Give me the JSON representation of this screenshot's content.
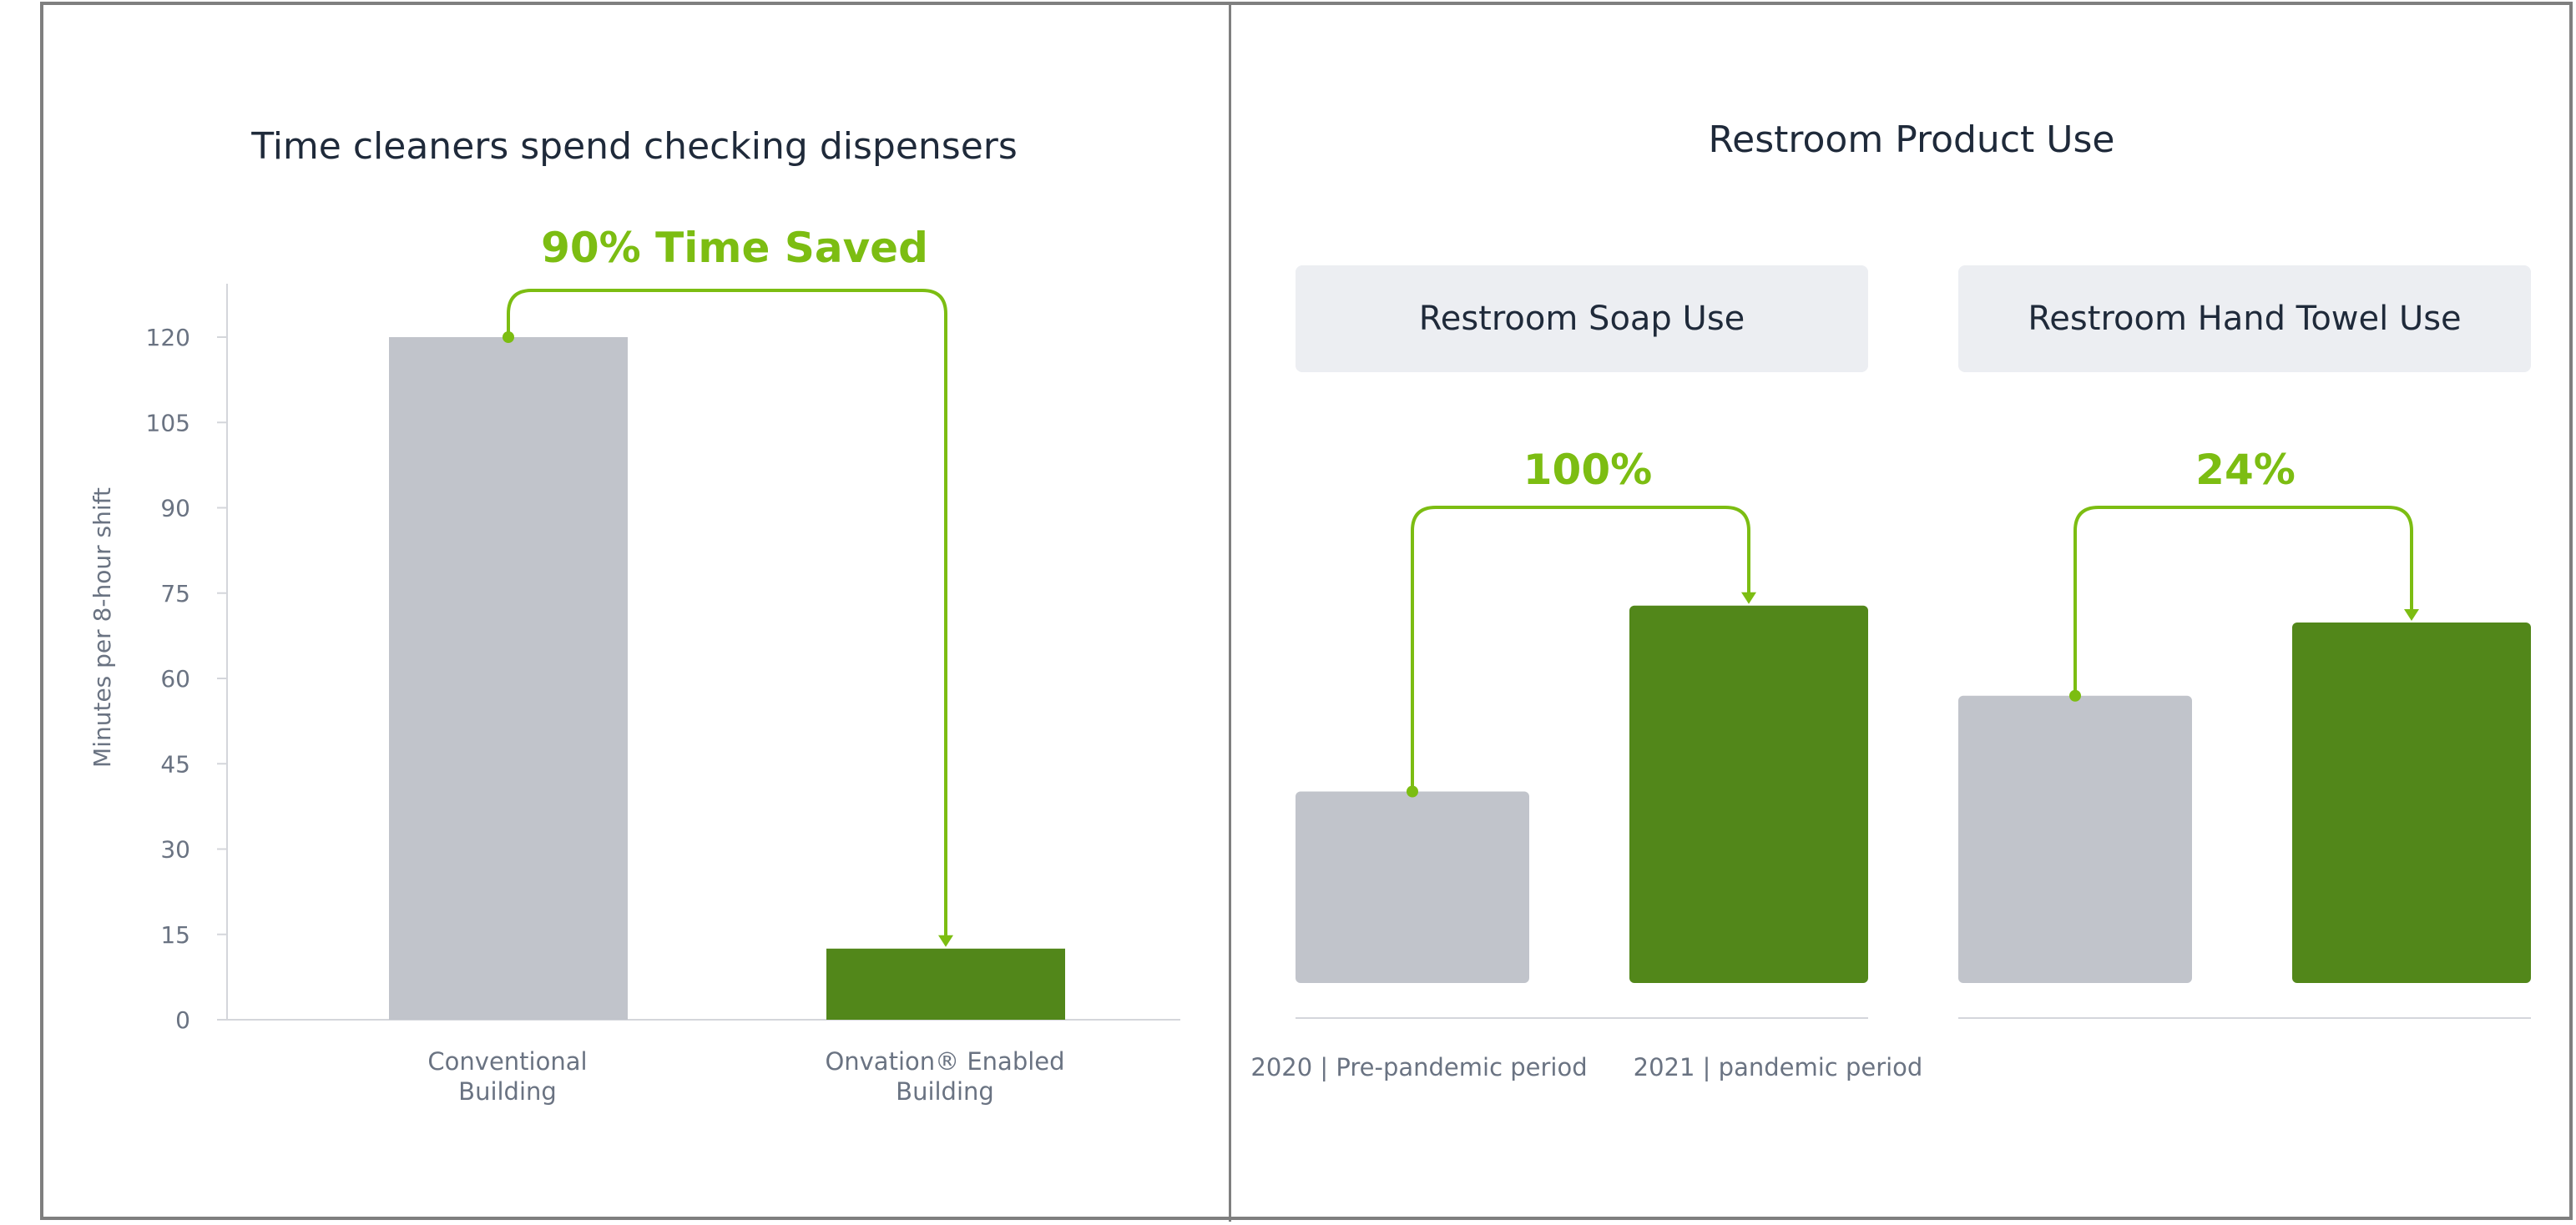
{
  "colors": {
    "gray_bar": "#c1c4cb",
    "green_bar": "#52871a",
    "accent": "#7cbd12",
    "axis": "#d4d6db",
    "text": "#1f2a3a",
    "muted": "#6a7382"
  },
  "chart_data": [
    {
      "type": "bar",
      "title": "Time cleaners spend checking dispensers",
      "annotation": "90% Time Saved",
      "ylabel": "Minutes per 8-hour shift",
      "ylim": [
        0,
        120
      ],
      "yticks": [
        0,
        15,
        30,
        45,
        60,
        75,
        90,
        105,
        120
      ],
      "categories": [
        {
          "line1": "Conventional",
          "line2": "Building"
        },
        {
          "line1": "Onvation® Enabled",
          "line2": "Building"
        }
      ],
      "values": [
        120,
        12.5
      ],
      "bar_colors": [
        "#c1c4cb",
        "#52871a"
      ]
    },
    {
      "type": "bar",
      "title": "Restroom Product Use",
      "groups": [
        {
          "label": "Restroom Soap Use",
          "annotation": "100%",
          "values": [
            34,
            67
          ]
        },
        {
          "label": "Restroom Hand Towel Use",
          "annotation": "24%",
          "values": [
            51,
            64
          ]
        }
      ],
      "legend_labels": [
        "2020 | Pre-pandemic period",
        "2021 | pandemic period"
      ],
      "bar_colors": [
        "#c1c4cb",
        "#52871a"
      ]
    }
  ]
}
